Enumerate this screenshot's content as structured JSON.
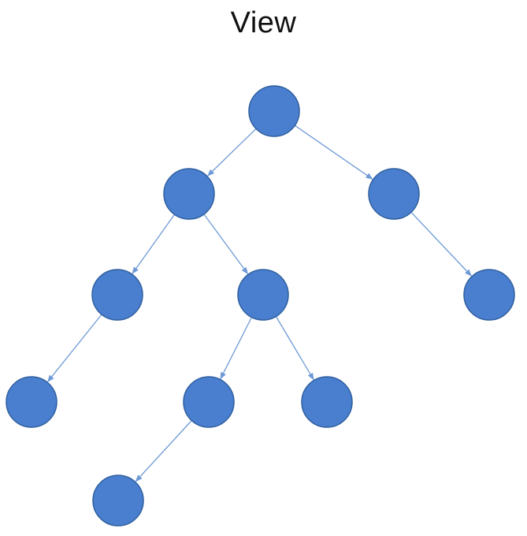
{
  "title": "View",
  "colors": {
    "node_fill": "#4a7fcf",
    "node_stroke": "#2f5f9f",
    "edge": "#6e9ad6"
  },
  "tree": {
    "nodes": [
      {
        "id": "root"
      },
      {
        "id": "left"
      },
      {
        "id": "right"
      },
      {
        "id": "left-left"
      },
      {
        "id": "left-right"
      },
      {
        "id": "right-right"
      },
      {
        "id": "left-left-left"
      },
      {
        "id": "left-right-left"
      },
      {
        "id": "left-right-right"
      },
      {
        "id": "left-right-left-left"
      }
    ],
    "edges": [
      {
        "from": "root",
        "to": "left"
      },
      {
        "from": "root",
        "to": "right"
      },
      {
        "from": "left",
        "to": "left-left"
      },
      {
        "from": "left",
        "to": "left-right"
      },
      {
        "from": "right",
        "to": "right-right"
      },
      {
        "from": "left-left",
        "to": "left-left-left"
      },
      {
        "from": "left-right",
        "to": "left-right-left"
      },
      {
        "from": "left-right",
        "to": "left-right-right"
      },
      {
        "from": "left-right-left",
        "to": "left-right-left-left"
      }
    ]
  }
}
